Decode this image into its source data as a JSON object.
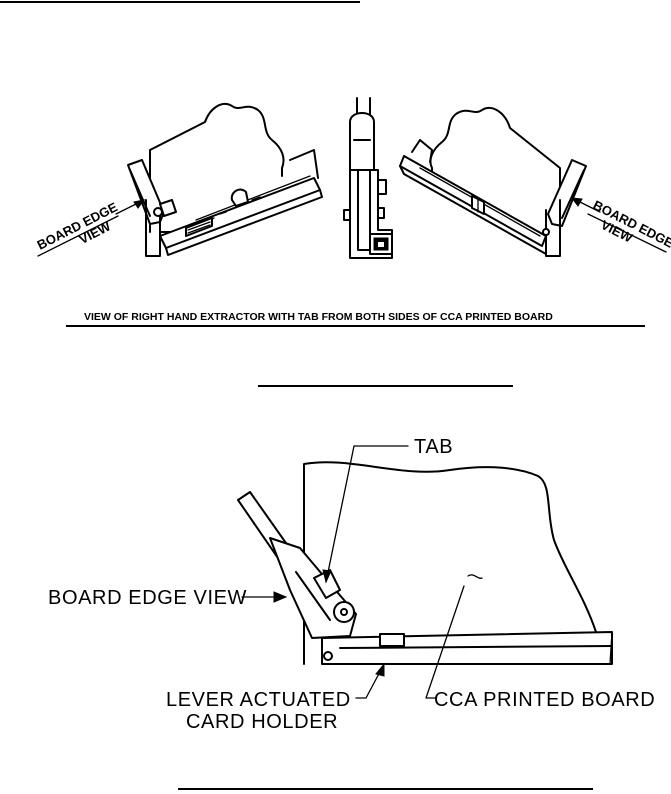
{
  "top_caption": "VIEW OF RIGHT HAND EXTRACTOR WITH TAB FROM BOTH SIDES OF CCA PRINTED BOARD",
  "left_view": {
    "line1": "BOARD EDGE",
    "line2": "VIEW"
  },
  "right_view": {
    "line1": "BOARD EDGE",
    "line2": "VIEW"
  },
  "labels": {
    "tab": "TAB",
    "board_edge_view": "BOARD EDGE VIEW",
    "lever_line1": "LEVER ACTUATED",
    "lever_line2": "CARD HOLDER",
    "cca_board": "CCA PRINTED BOARD"
  }
}
